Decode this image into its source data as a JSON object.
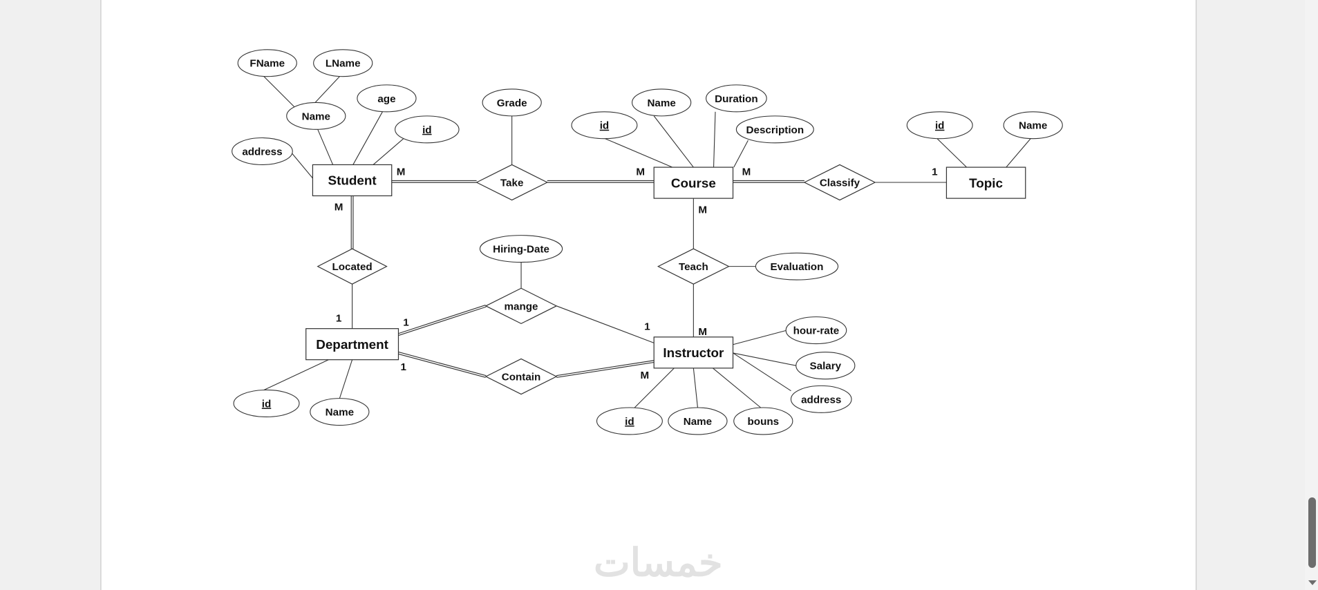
{
  "diagram": {
    "type": "ER diagram",
    "entities": [
      {
        "id": "student",
        "label": "Student"
      },
      {
        "id": "course",
        "label": "Course"
      },
      {
        "id": "topic",
        "label": "Topic"
      },
      {
        "id": "department",
        "label": "Department"
      },
      {
        "id": "instructor",
        "label": "Instructor"
      }
    ],
    "relationships": [
      {
        "id": "take",
        "label": "Take"
      },
      {
        "id": "classify",
        "label": "Classify"
      },
      {
        "id": "located",
        "label": "Located"
      },
      {
        "id": "teach",
        "label": "Teach"
      },
      {
        "id": "mange",
        "label": "mange"
      },
      {
        "id": "contain",
        "label": "Contain"
      }
    ],
    "attributes": [
      {
        "id": "s_fname",
        "label": "FName",
        "owner": "s_name"
      },
      {
        "id": "s_lname",
        "label": "LName",
        "owner": "s_name"
      },
      {
        "id": "s_name",
        "label": "Name",
        "owner": "student"
      },
      {
        "id": "s_age",
        "label": "age",
        "owner": "student"
      },
      {
        "id": "s_id",
        "label": "id",
        "owner": "student",
        "key": true
      },
      {
        "id": "s_address",
        "label": "address",
        "owner": "student"
      },
      {
        "id": "t_grade",
        "label": "Grade",
        "owner": "take"
      },
      {
        "id": "c_id",
        "label": "id",
        "owner": "course",
        "key": true
      },
      {
        "id": "c_name",
        "label": "Name",
        "owner": "course"
      },
      {
        "id": "c_duration",
        "label": "Duration",
        "owner": "course"
      },
      {
        "id": "c_description",
        "label": "Description",
        "owner": "course"
      },
      {
        "id": "tp_id",
        "label": "id",
        "owner": "topic",
        "key": true
      },
      {
        "id": "tp_name",
        "label": "Name",
        "owner": "topic"
      },
      {
        "id": "m_hiring",
        "label": "Hiring-Date",
        "owner": "mange"
      },
      {
        "id": "te_eval",
        "label": "Evaluation",
        "owner": "teach"
      },
      {
        "id": "i_hour",
        "label": "hour-rate",
        "owner": "instructor"
      },
      {
        "id": "i_salary",
        "label": "Salary",
        "owner": "instructor"
      },
      {
        "id": "i_address",
        "label": "address",
        "owner": "instructor"
      },
      {
        "id": "i_bouns",
        "label": "bouns",
        "owner": "instructor"
      },
      {
        "id": "i_name",
        "label": "Name",
        "owner": "instructor"
      },
      {
        "id": "i_id",
        "label": "id",
        "owner": "instructor",
        "key": true
      },
      {
        "id": "d_id",
        "label": "id",
        "owner": "department",
        "key": true
      },
      {
        "id": "d_name",
        "label": "Name",
        "owner": "department"
      }
    ],
    "links": [
      {
        "from": "student",
        "to": "take",
        "total": true,
        "card": "M"
      },
      {
        "from": "course",
        "to": "take",
        "total": true,
        "card": "M"
      },
      {
        "from": "course",
        "to": "classify",
        "total": true,
        "card": "M"
      },
      {
        "from": "topic",
        "to": "classify",
        "total": false,
        "card": "1"
      },
      {
        "from": "student",
        "to": "located",
        "total": true,
        "card": "M"
      },
      {
        "from": "department",
        "to": "located",
        "total": false,
        "card": "1"
      },
      {
        "from": "course",
        "to": "teach",
        "total": false,
        "card": "M"
      },
      {
        "from": "instructor",
        "to": "teach",
        "total": false,
        "card": "M"
      },
      {
        "from": "department",
        "to": "mange",
        "total": true,
        "card": "1"
      },
      {
        "from": "instructor",
        "to": "mange",
        "total": false,
        "card": "1"
      },
      {
        "from": "department",
        "to": "contain",
        "total": true,
        "card": "1"
      },
      {
        "from": "instructor",
        "to": "contain",
        "total": true,
        "card": "M"
      }
    ]
  },
  "watermark": "خمسات",
  "colors": {
    "background": "#f0f0f0",
    "page": "#ffffff",
    "stroke": "#333333",
    "watermark": "#e2e2e2"
  }
}
